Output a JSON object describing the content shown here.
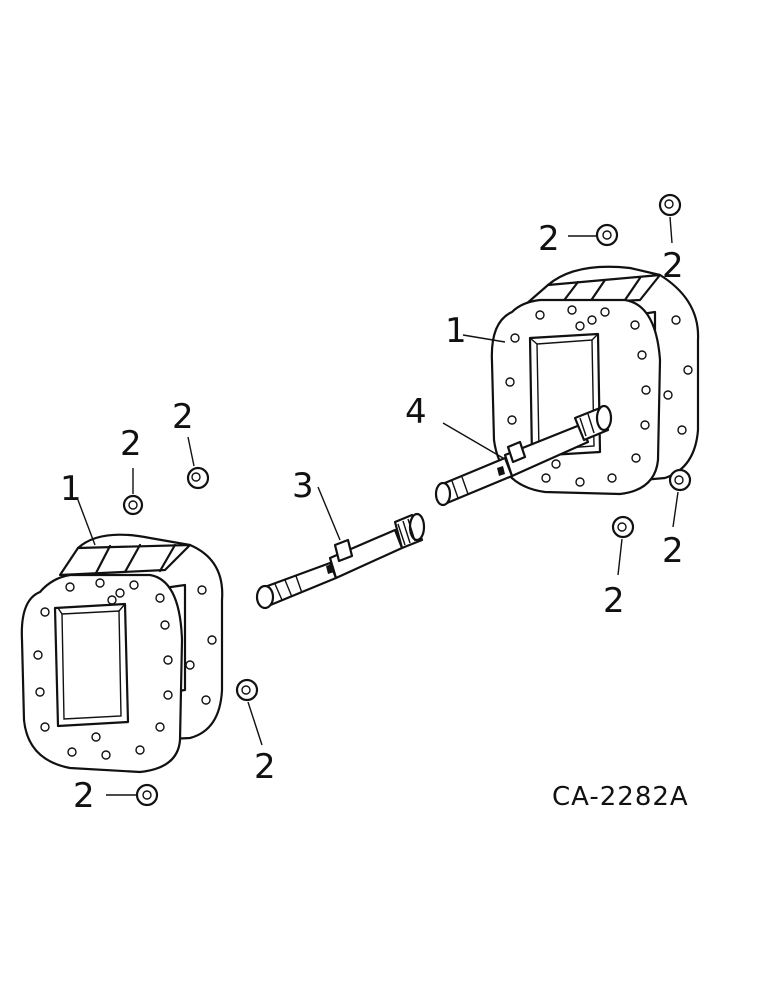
{
  "diagram": {
    "drawing_code": "CA-2282A",
    "callouts": {
      "left_housing": "1",
      "right_housing": "1",
      "shaft_3": "3",
      "shaft_4": "4",
      "nut_left_top_a": "2",
      "nut_left_top_b": "2",
      "nut_left_side": "2",
      "nut_left_bottom": "2",
      "nut_right_top_a": "2",
      "nut_right_top_b": "2",
      "nut_right_side": "2",
      "nut_right_lower": "2"
    }
  }
}
